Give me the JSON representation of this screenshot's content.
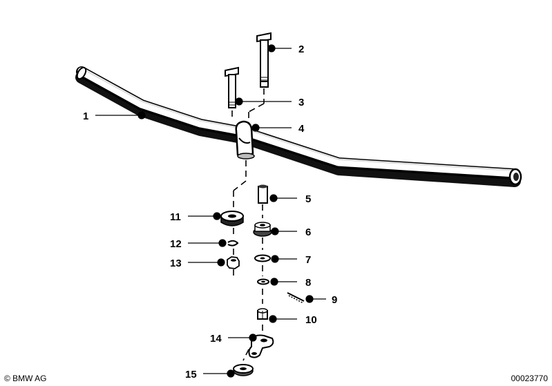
{
  "diagram": {
    "callouts": [
      {
        "id": "1",
        "label": "1"
      },
      {
        "id": "2",
        "label": "2"
      },
      {
        "id": "3",
        "label": "3"
      },
      {
        "id": "4",
        "label": "4"
      },
      {
        "id": "5",
        "label": "5"
      },
      {
        "id": "6",
        "label": "6"
      },
      {
        "id": "7",
        "label": "7"
      },
      {
        "id": "8",
        "label": "8"
      },
      {
        "id": "9",
        "label": "9"
      },
      {
        "id": "10",
        "label": "10"
      },
      {
        "id": "11",
        "label": "11"
      },
      {
        "id": "12",
        "label": "12"
      },
      {
        "id": "13",
        "label": "13"
      },
      {
        "id": "14",
        "label": "14"
      },
      {
        "id": "15",
        "label": "15"
      }
    ]
  },
  "footer": {
    "copyright": "© BMW AG",
    "document_number": "00023770"
  }
}
